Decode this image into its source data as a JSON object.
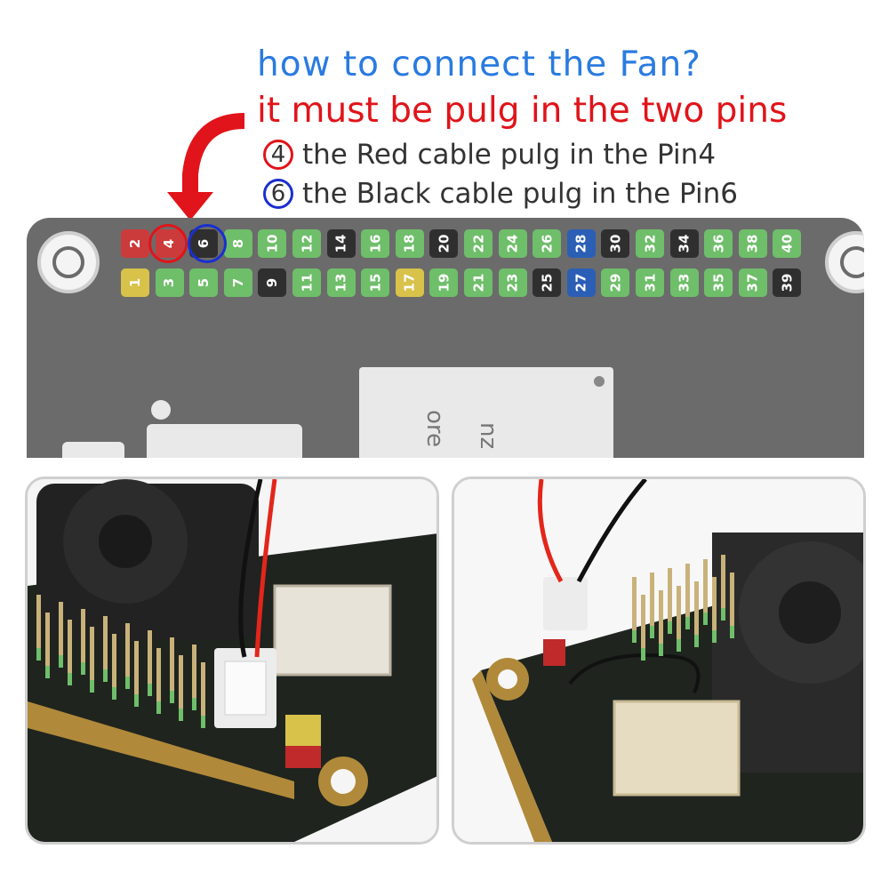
{
  "heading": {
    "line1": "how to connect the Fan?",
    "line2": "it must be pulg in the two pins"
  },
  "notes": [
    {
      "badge": "4",
      "text": "the Red cable pulg in the Pin4"
    },
    {
      "badge": "6",
      "text": "the Black cable pulg in the Pin6"
    }
  ],
  "board": {
    "pin_top_row": [
      "2",
      "4",
      "6",
      "8",
      "10",
      "12",
      "14",
      "16",
      "18",
      "20",
      "22",
      "24",
      "26",
      "28",
      "30",
      "32",
      "34",
      "36",
      "38",
      "40"
    ],
    "pin_bottom_row": [
      "1",
      "3",
      "5",
      "7",
      "9",
      "11",
      "13",
      "15",
      "17",
      "19",
      "21",
      "23",
      "25",
      "27",
      "29",
      "31",
      "33",
      "35",
      "37",
      "39"
    ],
    "chip_text": [
      "ore",
      "nz"
    ]
  },
  "colors": {
    "title_blue": "#2a7be0",
    "title_red": "#e0141a",
    "pin_red": "#cc3b3b",
    "pin_yellow": "#d8c24a",
    "pin_green": "#6fbe6a",
    "pin_black": "#2f2f2f",
    "pin_blue": "#2b5fb5",
    "board_gray": "#6b6b6b",
    "highlight_red": "#e0141a",
    "highlight_blue": "#1a2fd0"
  }
}
